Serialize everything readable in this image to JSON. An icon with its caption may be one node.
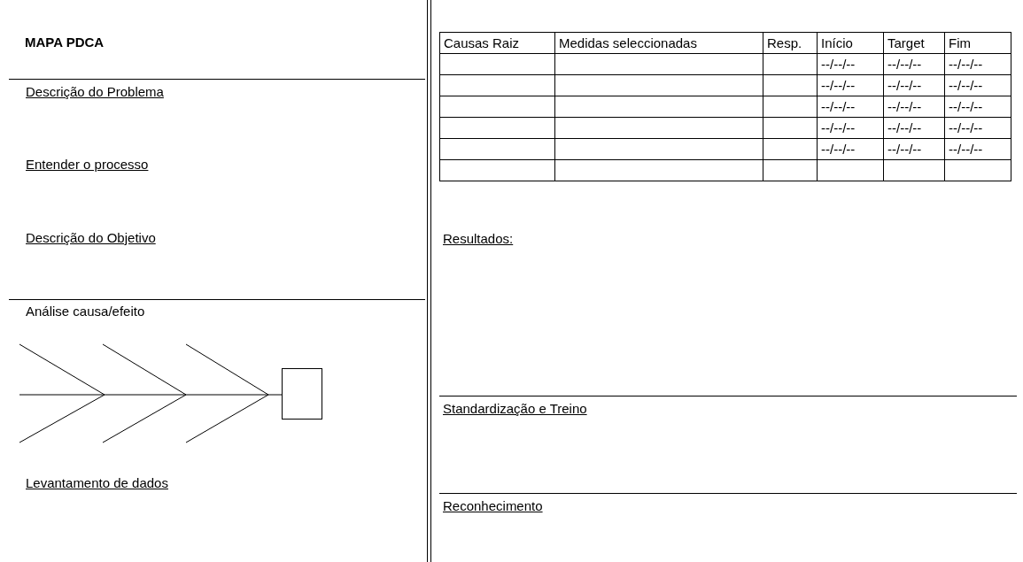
{
  "diagram": {
    "title": "MAPA PDCA",
    "labels": [
      "Descrição do Problema",
      "Entender o processo",
      "Descrição do Objetivo",
      "Análise causa/efeito",
      "Levantamento de dados",
      "Causas Raiz",
      "Medidas seleccionadas",
      "Resp.",
      "Início",
      "Target",
      "Fim",
      "--/--/--",
      "--/--/--",
      "--/--/--",
      "--/--/--",
      "--/--/--",
      "--/--/--",
      "--/--/--",
      "--/--/--",
      "--/--/--",
      "--/--/--",
      "--/--/--",
      "--/--/--",
      "--/--/--",
      "--/--/--",
      "--/--/--",
      "Resultados:",
      "Standardização e Treino",
      "Reconhecimento"
    ]
  }
}
